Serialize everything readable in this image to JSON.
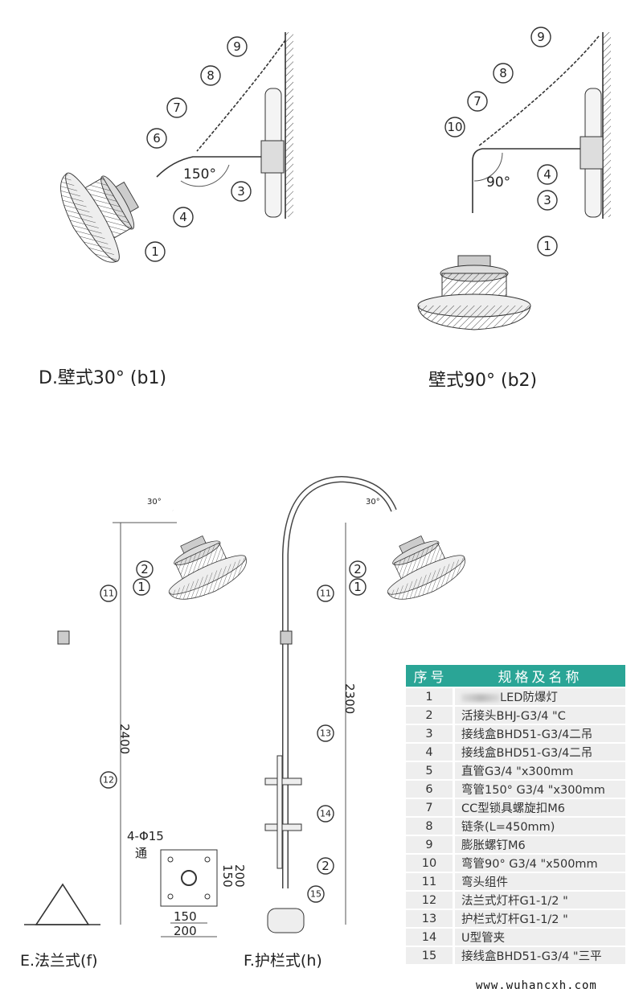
{
  "figures": {
    "b1": {
      "caption": "D.壁式30° (b1)",
      "angle": "150°",
      "callouts": [
        "1",
        "3",
        "4",
        "6",
        "7",
        "8",
        "9"
      ]
    },
    "b2": {
      "caption": "壁式90° (b2)",
      "angle": "90°",
      "callouts": [
        "1",
        "3",
        "4",
        "7",
        "8",
        "9",
        "10"
      ]
    },
    "f": {
      "caption": "E.法兰式(f)",
      "angle": "30°",
      "height": "2400",
      "callouts": [
        "1",
        "2",
        "11",
        "12"
      ],
      "flange": {
        "holes": "4-Φ15",
        "through": "通",
        "inner": "150",
        "outer": "200"
      }
    },
    "h": {
      "caption": "F.护栏式(h)",
      "angle": "30°",
      "height": "2300",
      "callouts": [
        "1",
        "2",
        "11",
        "13",
        "14",
        "2",
        "15"
      ]
    }
  },
  "table": {
    "headers": [
      "序号",
      "规格及名称"
    ],
    "rows": [
      [
        "1",
        "LED防爆灯"
      ],
      [
        "2",
        "活接头BHJ-G3/4 \"C"
      ],
      [
        "3",
        "接线盒BHD51-G3/4二吊"
      ],
      [
        "4",
        "接线盒BHD51-G3/4二吊"
      ],
      [
        "5",
        "直管G3/4 \"x300mm"
      ],
      [
        "6",
        "弯管150° G3/4 \"x300mm"
      ],
      [
        "7",
        "CC型锁具螺旋扣M6"
      ],
      [
        "8",
        "链条(L=450mm)"
      ],
      [
        "9",
        "膨胀螺钉M6"
      ],
      [
        "10",
        "弯管90° G3/4 \"x500mm"
      ],
      [
        "11",
        "弯头组件"
      ],
      [
        "12",
        "法兰式灯杆G1-1/2 \""
      ],
      [
        "13",
        "护栏式灯杆G1-1/2 \""
      ],
      [
        "14",
        "U型管夹"
      ],
      [
        "15",
        "接线盒BHD51-G3/4 \"三平"
      ]
    ]
  },
  "watermark": "www.wuhancxh.com"
}
